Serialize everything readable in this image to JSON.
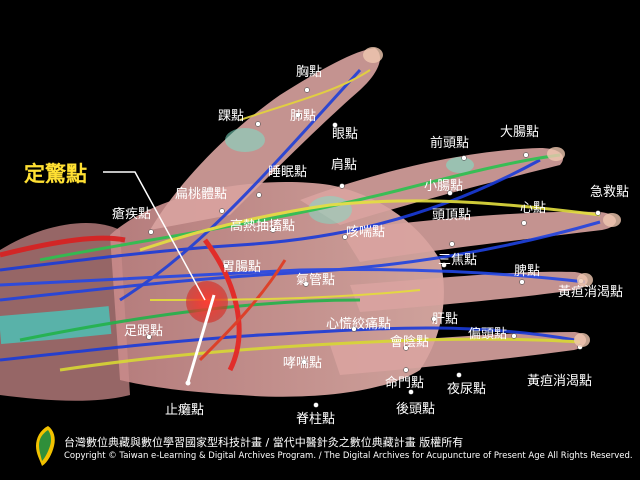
{
  "title": "定驚點",
  "points": [
    {
      "id": "xiong",
      "label": "胸點"
    },
    {
      "id": "huai",
      "label": "踝點"
    },
    {
      "id": "fei",
      "label": "肺點"
    },
    {
      "id": "yan",
      "label": "眼點"
    },
    {
      "id": "qiantou",
      "label": "前頭點"
    },
    {
      "id": "dachang",
      "label": "大腸點"
    },
    {
      "id": "jian",
      "label": "肩點"
    },
    {
      "id": "shuimian",
      "label": "睡眠點"
    },
    {
      "id": "xiaochang",
      "label": "小腸點"
    },
    {
      "id": "jijiu",
      "label": "急救點"
    },
    {
      "id": "biantaoti",
      "label": "扁桃體點"
    },
    {
      "id": "xin",
      "label": "心點"
    },
    {
      "id": "tounding",
      "label": "頭頂點"
    },
    {
      "id": "zuogu",
      "label": "瘡疾點"
    },
    {
      "id": "gaore",
      "label": "高熱抽搐點"
    },
    {
      "id": "kechuan",
      "label": "咳喘點"
    },
    {
      "id": "sanjiao",
      "label": "三焦點"
    },
    {
      "id": "weichang",
      "label": "胃腸點"
    },
    {
      "id": "pi",
      "label": "脾點"
    },
    {
      "id": "qiguan",
      "label": "氣管點"
    },
    {
      "id": "huangdan1",
      "label": "黃疸消渴點"
    },
    {
      "id": "gan",
      "label": "肝點"
    },
    {
      "id": "zugen",
      "label": "足跟點"
    },
    {
      "id": "xinhuang",
      "label": "心慌絞痛點"
    },
    {
      "id": "piantou",
      "label": "偏頭點"
    },
    {
      "id": "huiyin",
      "label": "會陰點"
    },
    {
      "id": "xiaochuan",
      "label": "哮喘點"
    },
    {
      "id": "huangdan2",
      "label": "黃疸消渴點"
    },
    {
      "id": "mingmen",
      "label": "命門點"
    },
    {
      "id": "yeniao",
      "label": "夜尿點"
    },
    {
      "id": "zhitan",
      "label": "止癱點"
    },
    {
      "id": "houtou",
      "label": "後頭點"
    },
    {
      "id": "jizhu",
      "label": "脊柱點"
    }
  ],
  "footer": {
    "cn": "台灣數位典藏與數位學習國家型科技計畫 / 當代中醫針灸之數位典藏計畫 版權所有",
    "en": "Copyright © Taiwan e-Learning & Digital Archives Program. / The Digital Archives for Acupuncture of Present Age All Rights Reserved."
  },
  "colors": {
    "background": "#000000",
    "title": "#ffe033",
    "label": "#ffffff",
    "highlight": "#e8302a"
  }
}
